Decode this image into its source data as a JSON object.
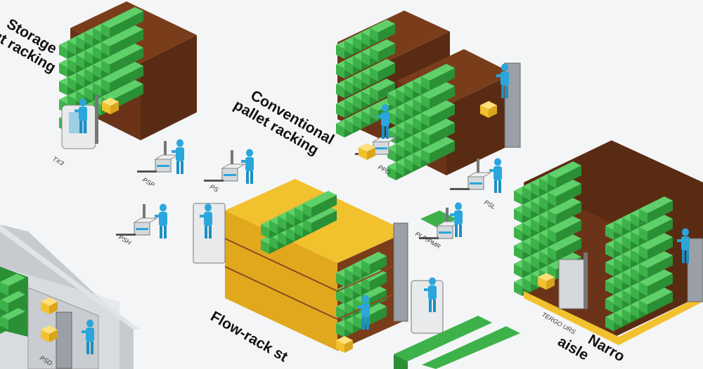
{
  "section_labels": {
    "storage_line1": "Storage",
    "storage_line2": "ut racking",
    "conventional_line1": "Conventional",
    "conventional_line2": "pallet racking",
    "flow_rack": "Flow-rack st",
    "narrow_line1": "Narro",
    "narrow_line2": "aisle"
  },
  "truck_labels": {
    "tx3": "TX3",
    "psp": "PSP",
    "ps": "PS",
    "ppd": "PPD",
    "psl": "PSL",
    "psh": "PSH",
    "plp_pmr": "PLP/PMR",
    "tergo_urs": "TERGO URS",
    "psd": "PSD"
  },
  "colors": {
    "box_green": "#3db24a",
    "box_green_dark": "#2a8f35",
    "rack_brown": "#7a3d1c",
    "pallet_yellow": "#f2c12e",
    "worker_blue": "#2aa6dc",
    "truck_gray": "#9aa0a6",
    "background": "#f4f5f7"
  }
}
